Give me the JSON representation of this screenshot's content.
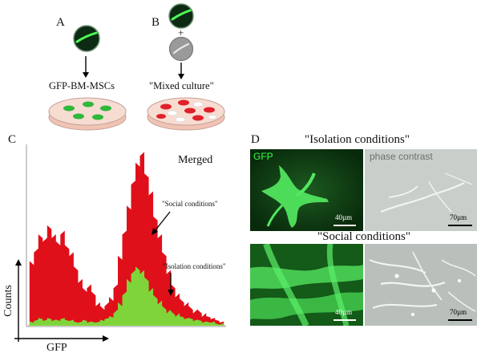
{
  "panels": {
    "a": {
      "letter": "A",
      "label": "GFP-BM-MSCs"
    },
    "b": {
      "letter": "B",
      "plus": "+",
      "label": "\"Mixed culture\""
    },
    "c": {
      "letter": "C",
      "title": "Merged",
      "annotation_social": "\"Social conditions\"",
      "annotation_isolation": "\"Isolation conditions\"",
      "ylabel": "Counts",
      "xlabel": "GFP"
    },
    "d": {
      "letter": "D",
      "title_isolation": "\"Isolation conditions\"",
      "title_social": "\"Social conditions\"",
      "gfp_label": "GFP",
      "phase_label": "phase contrast",
      "scale_40": "40µm",
      "scale_70": "70µm"
    }
  },
  "colors": {
    "social_series": "#e0101a",
    "isolation_series": "#7fd43a",
    "gfp_green": "#2fc93a",
    "dish_pink": "#f7d9cf",
    "red_cell": "#e0202a"
  },
  "chart_data": {
    "type": "area",
    "title": "Merged",
    "xlabel": "GFP",
    "ylabel": "Counts",
    "series": [
      {
        "name": "\"Social conditions\"",
        "values": [
          0,
          0.35,
          0.42,
          0.5,
          0.48,
          0.55,
          0.5,
          0.46,
          0.52,
          0.44,
          0.4,
          0.32,
          0.25,
          0.2,
          0.22,
          0.18,
          0.12,
          0.1,
          0.12,
          0.15,
          0.22,
          0.38,
          0.52,
          0.66,
          0.8,
          0.9,
          0.96,
          0.84,
          0.74,
          0.6,
          0.5,
          0.4,
          0.3,
          0.22,
          0.17,
          0.14,
          0.12,
          0.1,
          0.08,
          0.08,
          0.06,
          0.05,
          0.04,
          0.03,
          0.02,
          0
        ]
      },
      {
        "name": "\"Isolation conditions\"",
        "values": [
          0,
          0.02,
          0.03,
          0.04,
          0.03,
          0.04,
          0.03,
          0.03,
          0.04,
          0.03,
          0.03,
          0.02,
          0.02,
          0.03,
          0.02,
          0.02,
          0.02,
          0.03,
          0.04,
          0.05,
          0.08,
          0.12,
          0.18,
          0.25,
          0.3,
          0.32,
          0.3,
          0.26,
          0.2,
          0.16,
          0.13,
          0.1,
          0.08,
          0.07,
          0.06,
          0.05,
          0.04,
          0.04,
          0.03,
          0.03,
          0.02,
          0.02,
          0.02,
          0.01,
          0.01,
          0
        ]
      }
    ],
    "grid": false,
    "legend": "none"
  }
}
